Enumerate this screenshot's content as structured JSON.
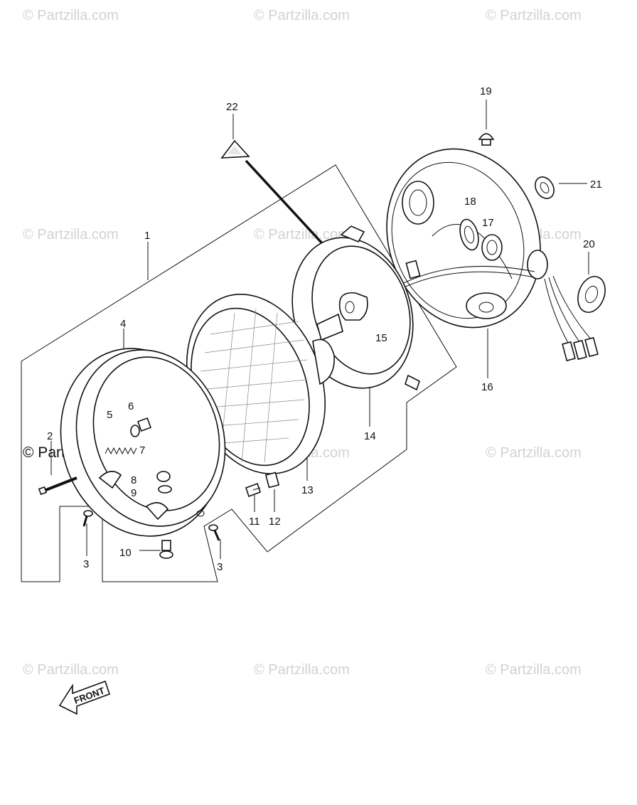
{
  "watermarks": [
    "© Partzilla.com",
    "© Partzilla.com",
    "© Partzilla.com",
    "© Partzilla.com",
    "© Partzilla.com",
    "© Partzilla.com",
    "© Partzilla.com",
    "© Partzilla.com",
    "© Partzilla.com",
    "© Partzilla.com",
    "© Partzilla.com",
    "© Partzilla.com"
  ],
  "watermark_dark": "© Partzilla.com",
  "callouts": {
    "c1": "1",
    "c2": "2",
    "c3a": "3",
    "c3b": "3",
    "c4": "4",
    "c5": "5",
    "c6": "6",
    "c7": "7",
    "c8": "8",
    "c9": "9",
    "c10": "10",
    "c11": "11",
    "c12": "12",
    "c13": "13",
    "c14": "14",
    "c15": "15",
    "c16": "16",
    "c17": "17",
    "c18": "18",
    "c19": "19",
    "c20": "20",
    "c21": "21",
    "c22": "22"
  },
  "front_label": "FRONT"
}
